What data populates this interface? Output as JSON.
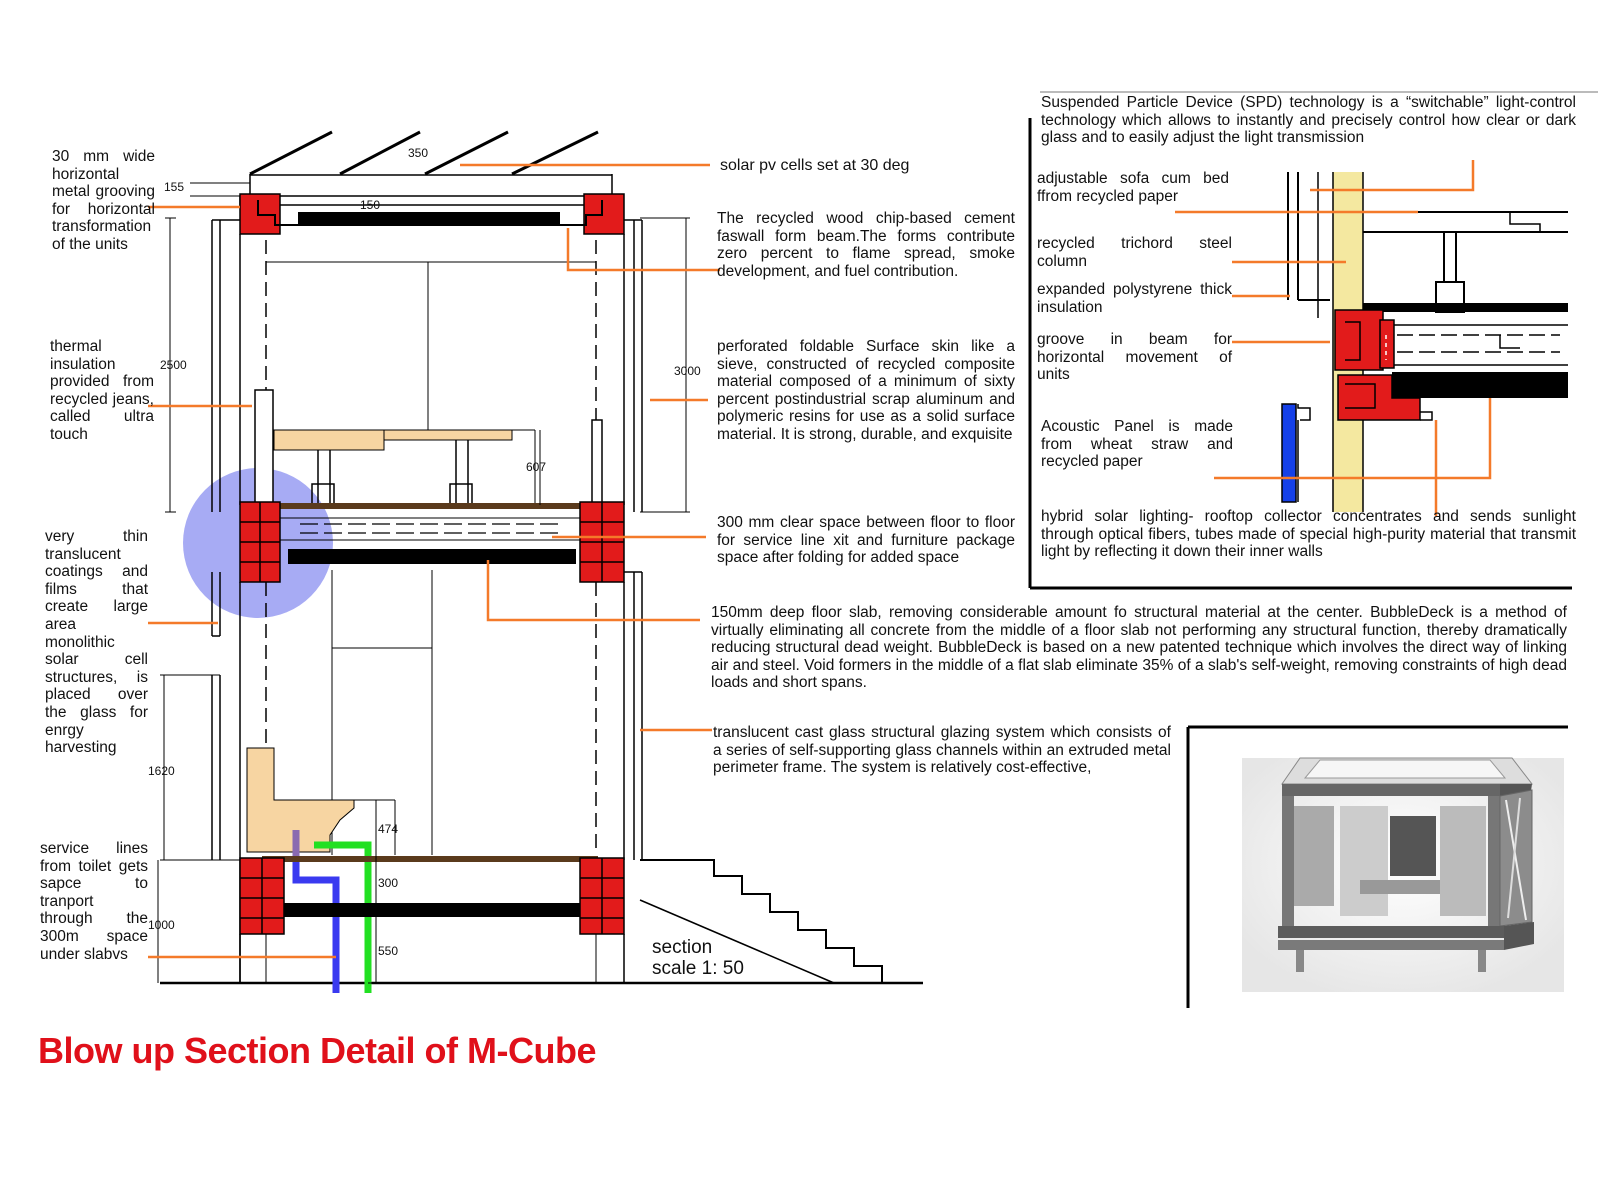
{
  "title": "Blow up Section Detail of M-Cube",
  "section_caption": {
    "line1": "section",
    "line2": "scale 1: 50"
  },
  "dimensions": {
    "d350": "350",
    "d155": "155",
    "d150": "150",
    "d2500": "2500",
    "d3000": "3000",
    "d607": "607",
    "d1620": "1620",
    "d474": "474",
    "d300": "300",
    "d1000": "1000",
    "d550": "550"
  },
  "left_notes": {
    "grooving": "30 mm wide horizontal metal grooving for horizontal transformation of the units",
    "insulation": "thermal insulation provided from recycled jeans, called ultra touch",
    "coatings": "very thin translucent coatings and films that create large area monolithic solar cell structures, is placed over the glass for enrgy harvesting",
    "service": "service lines from toilet gets sapce to tranport through the 300m space under slabvs"
  },
  "mid_notes": {
    "solar": "solar pv cells set at 30 deg",
    "faswall": "The recycled wood chip-based cement faswall form beam.The forms contribute zero percent to flame spread, smoke development, and fuel contribution.",
    "skin": "perforated foldable Surface skin like a sieve, constructed of recycled composite material composed of a minimum of sixty percent postindustrial scrap aluminum and polymeric resins for use as a solid surface material. It is strong, durable, and exquisite",
    "clear_space": "300 mm clear space between floor to floor for service line xit and furniture package space after folding for added space",
    "slab": "150mm deep floor slab, removing considerable amount fo structural material at the center. BubbleDeck is a method of virtually eliminating all concrete from the middle of a floor slab not performing any structural function, thereby dramatically reducing structural dead weight. BubbleDeck is based on a new patented technique which involves the direct way of linking air and steel. Void formers in the middle of a flat slab eliminate 35% of a slab's self-weight, removing constraints of high dead loads and short spans.",
    "glazing": "translucent cast glass structural glazing system which consists of a series of self-supporting glass channels within an extruded metal perimeter frame. The system is relatively cost-effective,"
  },
  "right_notes": {
    "spd": "Suspended Particle Device (SPD) technology is a “switchable” light-control technology which allows to instantly and precisely control how clear or dark glass and to easily adjust the light transmission",
    "sofa": "adjustable sofa cum bed ffrom recycled paper",
    "column": "recycled trichord steel column",
    "polystyrene": "expanded polystyrene thick insulation",
    "groove": "groove in beam for horizontal movement of units",
    "acoustic": "Acoustic Panel is made from wheat straw and recycled paper",
    "hybrid": "hybrid solar lighting- rooftop collector concentrates and sends sunlight through optical fibers, tubes made of special high-purity material that transmit light by reflecting it down their inner walls"
  },
  "colors": {
    "leader": "#f47a2a",
    "frame_red": "#e21b1b",
    "title_red": "#e0101a",
    "wood": "#f7d5a2",
    "highlight_circle": "#8a8ff0",
    "pipe_blue": "#3a3af0",
    "pipe_green": "#22e022",
    "column_yellow": "#f4e8a0",
    "panel_blue": "#1540e8"
  },
  "render_image": "m-cube-3d-render"
}
